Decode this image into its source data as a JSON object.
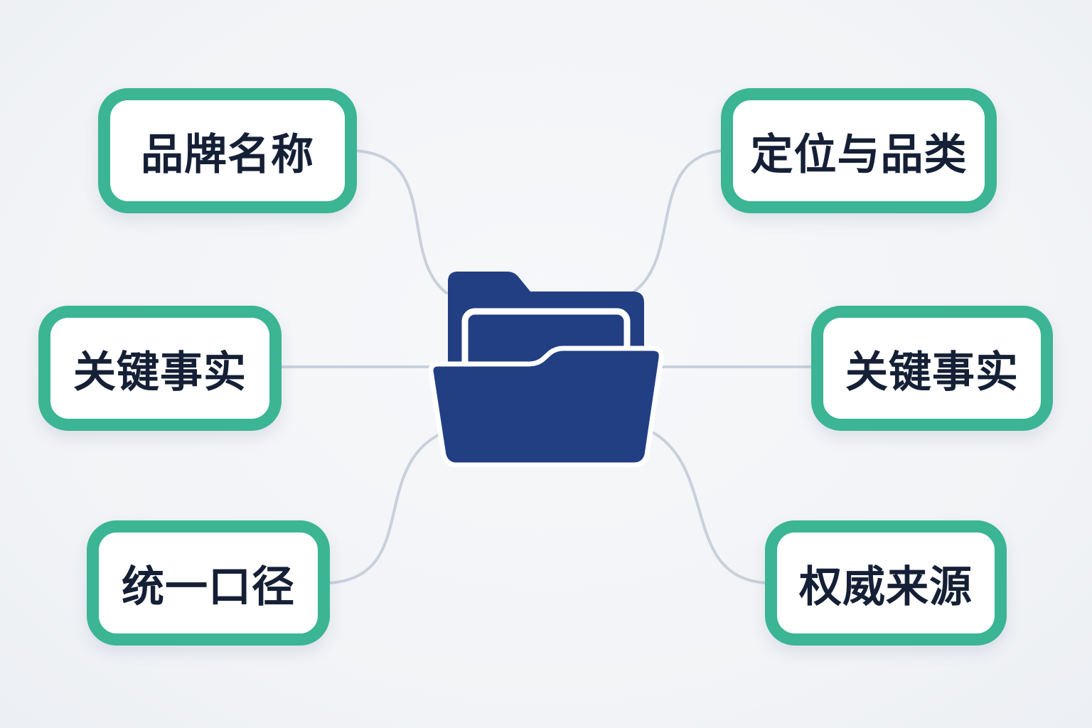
{
  "diagram": {
    "center_icon": "open-folder-icon",
    "colors": {
      "node_border": "#3bb594",
      "node_fill": "#ffffff",
      "label_text": "#152036",
      "folder": "#233f83",
      "connector": "#c9d0dc",
      "background": "#f1f3f6"
    },
    "nodes": {
      "top_left": "品牌名称",
      "top_right": "定位与品类",
      "middle_left": "关键事实",
      "middle_right": "关键事实",
      "bottom_left": "统一口径",
      "bottom_right": "权威来源"
    }
  }
}
